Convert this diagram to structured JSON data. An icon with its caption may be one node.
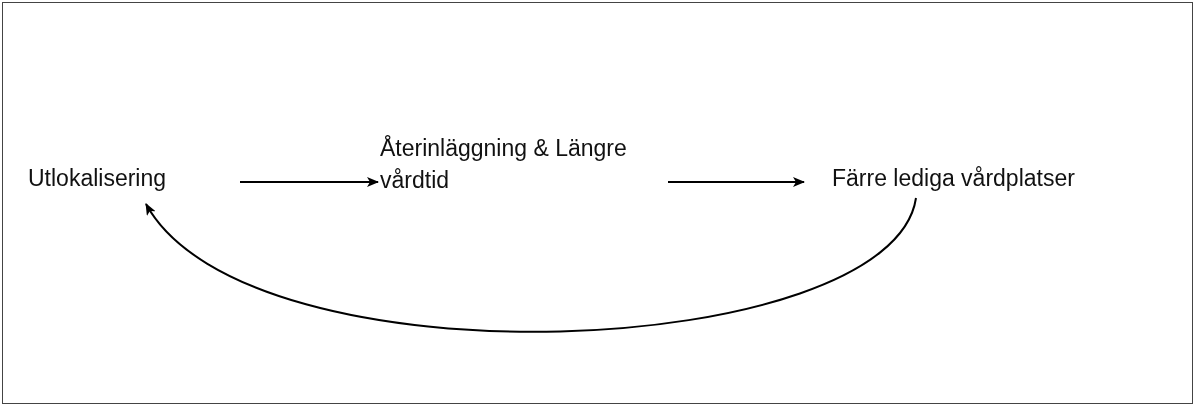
{
  "diagram": {
    "nodes": [
      {
        "text": [
          "Utlokalisering"
        ]
      },
      {
        "text": [
          "Återinläggning & Längre vårdtid"
        ]
      },
      {
        "text": [
          "Färre lediga vårdplatser"
        ]
      }
    ],
    "edges": [
      {
        "from": 0,
        "to": 1,
        "arrow": "to"
      },
      {
        "from": 1,
        "to": 2,
        "arrow": "to"
      },
      {
        "from": 2,
        "to": 0,
        "arrow": "to"
      }
    ]
  }
}
